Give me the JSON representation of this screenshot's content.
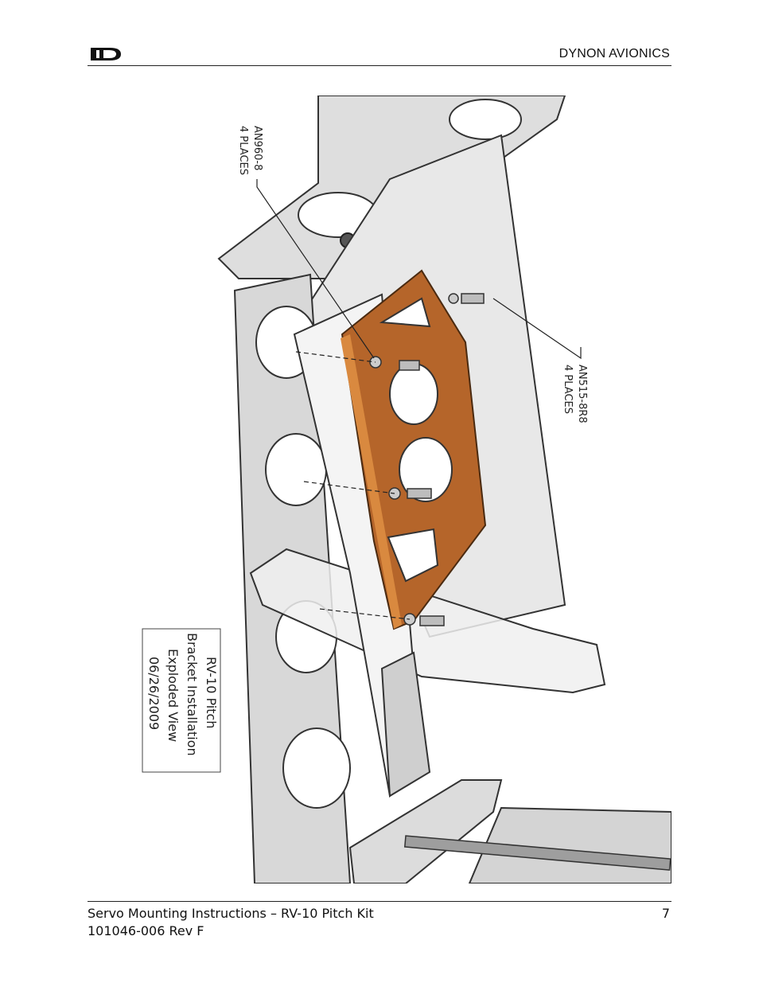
{
  "header": {
    "logo_icon": "dynon-logo-icon",
    "company": "DYNON AVIONICS"
  },
  "figure": {
    "callout_1_line1": "AN960-8",
    "callout_1_line2": "4 PLACES",
    "callout_2_line1": "AN515-8R8",
    "callout_2_line2": "4 PLACES",
    "title_block": [
      "RV-10 Pitch",
      "Bracket Installation",
      "Exploded View",
      "06/26/2009"
    ],
    "bracket_color": "#b5652a"
  },
  "footer": {
    "title": "Servo Mounting Instructions – RV-10 Pitch Kit",
    "doc_number": "101046-006 Rev F",
    "page_number": "7"
  }
}
